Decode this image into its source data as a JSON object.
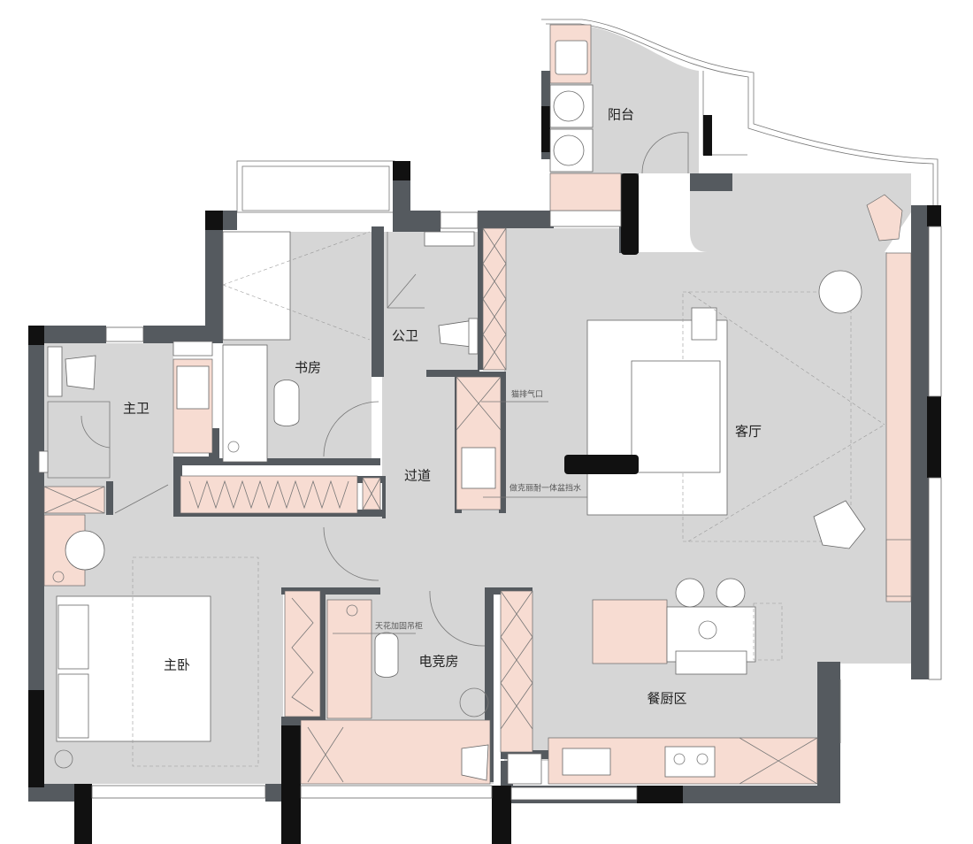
{
  "rooms": {
    "balcony": "阳台",
    "public_bath": "公卫",
    "study": "书房",
    "master_bath": "主卫",
    "corridor": "过道",
    "living_room": "客厅",
    "master_bedroom": "主卧",
    "gaming_room": "电竞房",
    "dining_kitchen": "餐厨区"
  },
  "notes": {
    "cat_vent": "猫排气口",
    "counter_basin": "做克丽耐一体盆挡水",
    "ceiling_cabinet": "天花加固吊柜"
  },
  "colors": {
    "floor": "#d6d6d6",
    "wall": "#555a5f",
    "wall_dark": "#111111",
    "cabinet": "#f7dcd2"
  }
}
